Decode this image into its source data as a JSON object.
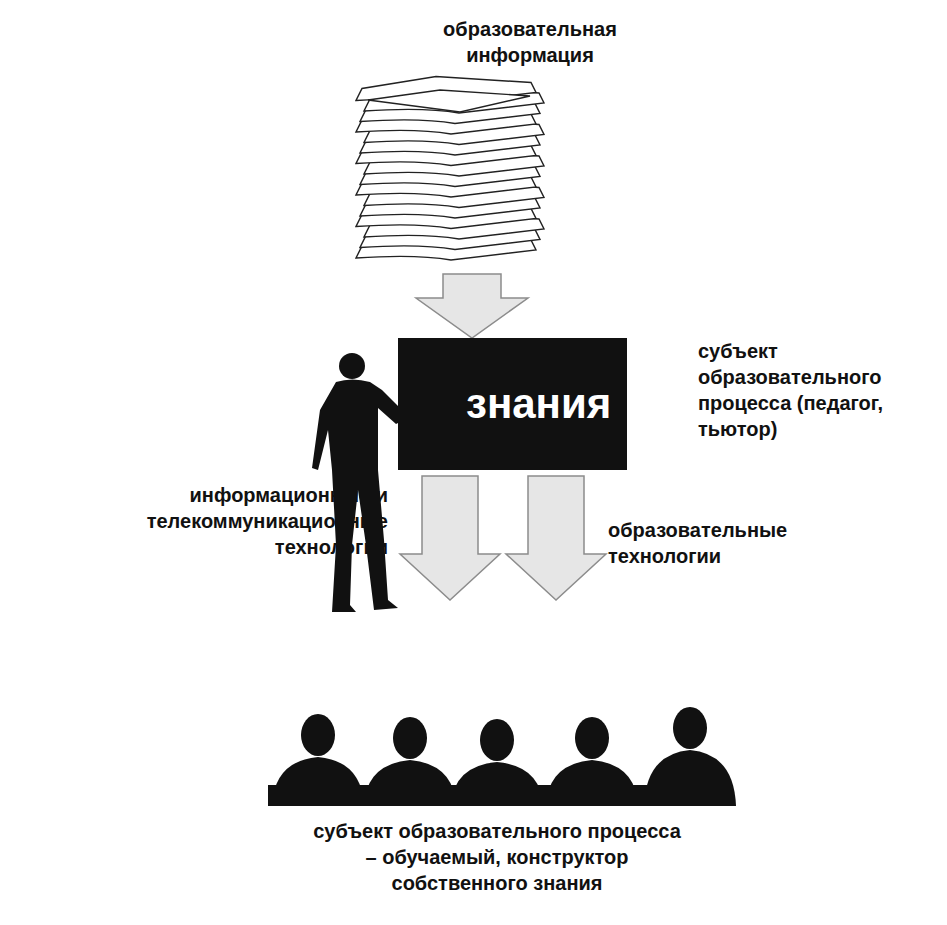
{
  "diagram": {
    "nodes": [
      {
        "text": [
          "образовательная информация"
        ]
      },
      {
        "text": [
          "знания"
        ]
      },
      {
        "text": [
          "субъект образовательного процесса – обучаемый, конструктор собственного знания"
        ]
      }
    ],
    "edges": [
      {
        "from": 0,
        "to": 1,
        "arrow": "to"
      },
      {
        "from": 1,
        "to": 2,
        "arrow": "to",
        "label": "информационные и телекоммуникационные технологии"
      },
      {
        "from": 1,
        "to": 2,
        "arrow": "to",
        "label": "образовательные технологии"
      }
    ],
    "labels": [
      "субъект образовательного процесса (педагог, тьютор)"
    ]
  }
}
